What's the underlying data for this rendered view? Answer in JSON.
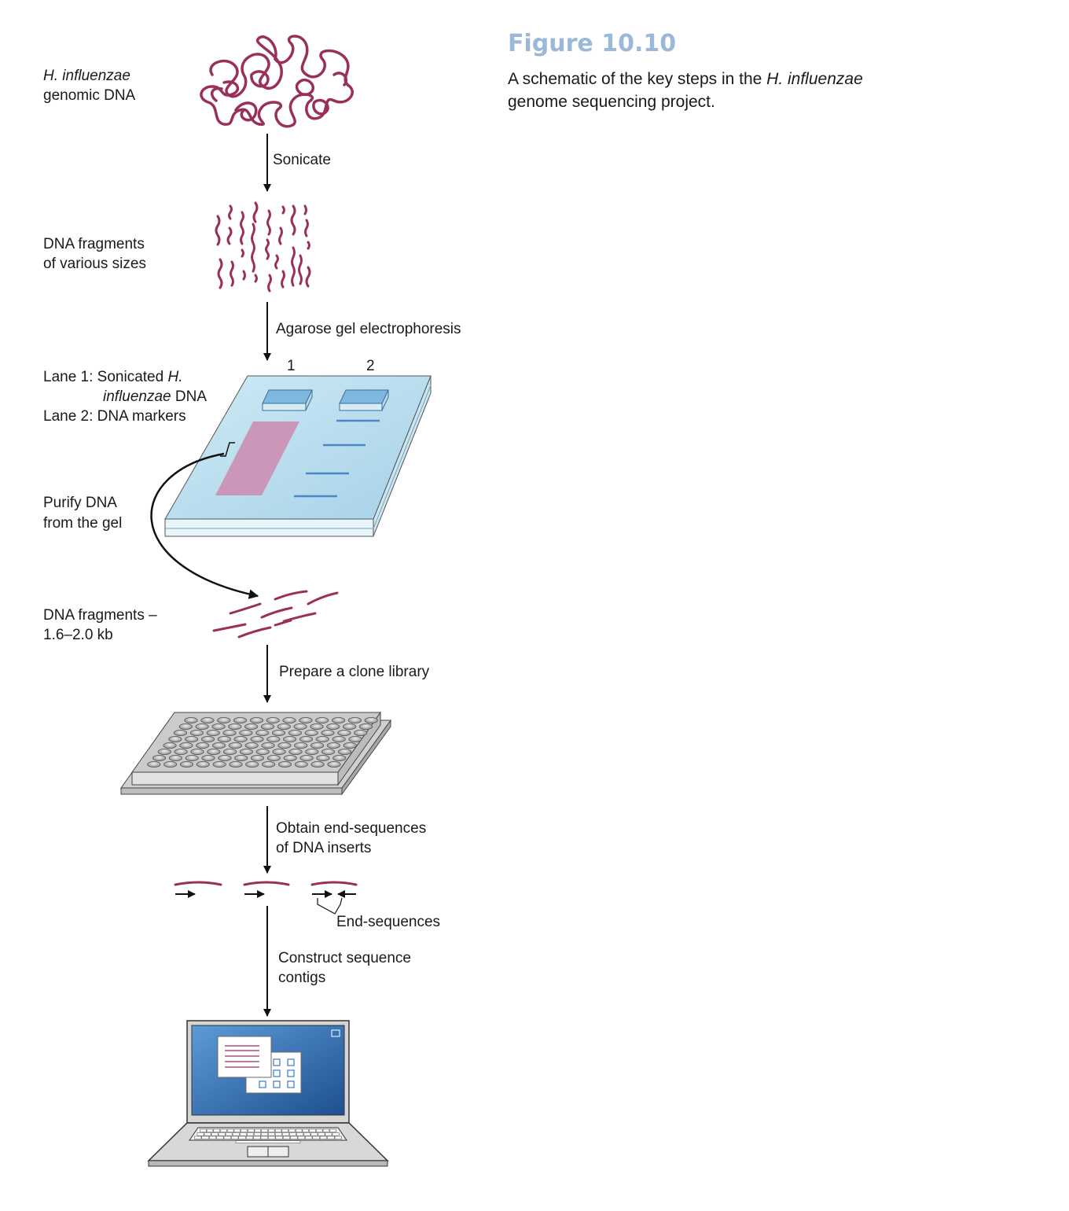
{
  "figure": {
    "title": "Figure 10.10",
    "caption_before": "A schematic of the key steps in the ",
    "caption_species": "H. influenzae",
    "caption_after": " genome sequencing project."
  },
  "labels": {
    "genomic_species": "H. influenzae",
    "genomic_dna": "genomic DNA",
    "fragments_line1": "DNA fragments",
    "fragments_line2": "of various sizes",
    "lane1_prefix": "Lane 1: Sonicated ",
    "lane1_species_a": "H.",
    "lane1_species_b": "influenzae",
    "lane1_suffix": " DNA",
    "lane2": "Lane 2: DNA markers",
    "purify_line1": "Purify DNA",
    "purify_line2": "from the gel",
    "selected_line1": "DNA fragments –",
    "selected_line2": "1.6–2.0 kb",
    "end_sequences": "End-sequences"
  },
  "steps": {
    "sonicate": "Sonicate",
    "electrophoresis": "Agarose gel electrophoresis",
    "clone_library": "Prepare a clone library",
    "end_seq_line1": "Obtain end-sequences",
    "end_seq_line2": "of DNA inserts",
    "contigs_line1": "Construct sequence",
    "contigs_line2": "contigs"
  },
  "gel": {
    "lane1_number": "1",
    "lane2_number": "2"
  },
  "colors": {
    "dna": "#9a2f5c",
    "gel": "#a9d6ea",
    "marker_band": "#4a86c8",
    "smear": "#cc8fb3",
    "plate": "#c8c8c8",
    "accent_title": "#9bb8d8",
    "screen": "#2f6bb3"
  },
  "icons": [
    "genomic-dna-tangle",
    "dna-fragments",
    "agarose-gel",
    "microtiter-plate",
    "laptop-computer"
  ]
}
